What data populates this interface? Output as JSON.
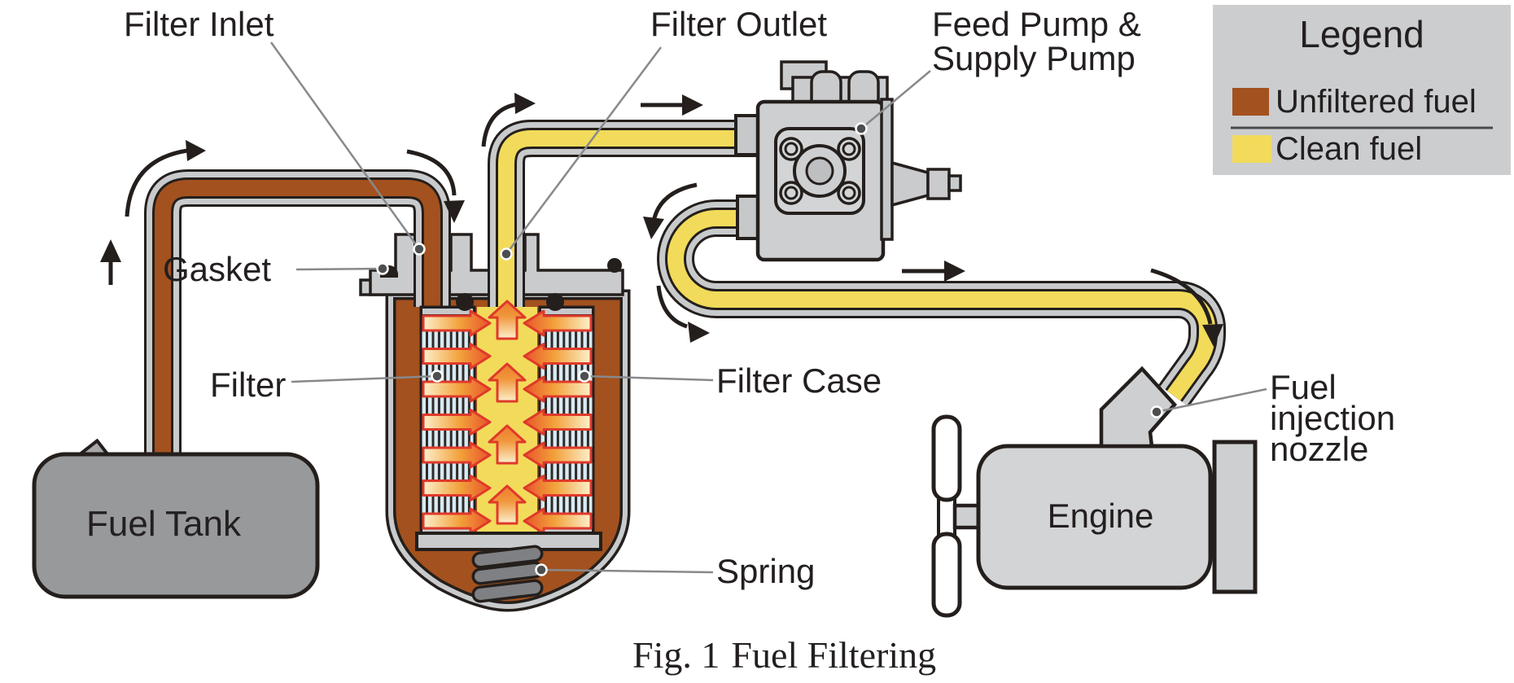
{
  "figure": {
    "fig_label": "Fig. 1",
    "title": "Fuel Filtering"
  },
  "legend": {
    "title": "Legend",
    "items": [
      {
        "label": "Unfiltered fuel",
        "color": "#a3511e"
      },
      {
        "label": "Clean fuel",
        "color": "#f2db5a"
      }
    ]
  },
  "components": {
    "fuel_tank": "Fuel Tank",
    "engine": "Engine"
  },
  "callouts": {
    "filter_inlet": "Filter Inlet",
    "filter_outlet": "Filter Outlet",
    "feed_pump": [
      "Feed Pump &",
      "Supply Pump"
    ],
    "gasket": "Gasket",
    "filter": "Filter",
    "filter_case": "Filter Case",
    "spring": "Spring",
    "fuel_injection_nozzle": [
      "Fuel",
      "injection",
      "nozzle"
    ]
  },
  "colors": {
    "unfiltered_fuel": "#a3511e",
    "clean_fuel": "#f2db5a",
    "outline": "#241f1c",
    "metal_gray": "#c9cbcd",
    "tank_gray": "#97999b",
    "legend_bg": "#cbcdcf",
    "filter_media": "#d9eaf3",
    "flow_arrow_red": "#e0392b"
  }
}
